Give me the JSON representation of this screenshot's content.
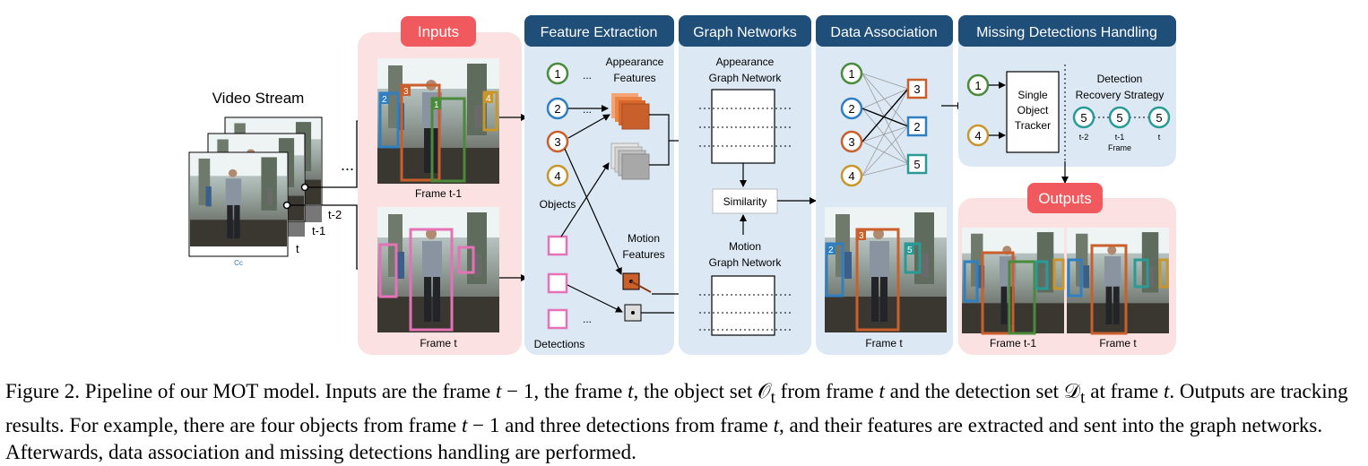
{
  "video_stream": {
    "title": "Video Stream",
    "ellipsis": "...",
    "labels": [
      "t-2",
      "t-1",
      "t"
    ],
    "watermark": "Cc"
  },
  "panels": {
    "inputs": "Inputs",
    "feature_extraction": "Feature Extraction",
    "graph_networks": "Graph Networks",
    "data_association": "Data Association",
    "missing_detections": "Missing Detections Handling",
    "outputs": "Outputs"
  },
  "inputs": {
    "frame_prev": "Frame t-1",
    "frame_cur": "Frame t"
  },
  "feature_extraction": {
    "object_ids": [
      "1",
      "2",
      "3",
      "4"
    ],
    "objects_label": "Objects",
    "detections_label": "Detections",
    "ellipsis": "...",
    "appearance_features": [
      "Appearance",
      "Features"
    ],
    "motion_features": [
      "Motion",
      "Features"
    ]
  },
  "graph_networks": {
    "appearance_network": [
      "Appearance",
      "Graph Network"
    ],
    "motion_network": [
      "Motion",
      "Graph Network"
    ],
    "similarity": "Similarity"
  },
  "data_association": {
    "left_ids": [
      "1",
      "2",
      "3",
      "4"
    ],
    "right_ids": [
      "3",
      "2",
      "5"
    ],
    "frame_label": "Frame t"
  },
  "missing_detections": {
    "object_ids": [
      "1",
      "4"
    ],
    "tracker": [
      "Single",
      "Object",
      "Tracker"
    ],
    "strategy": [
      "Detection",
      "Recovery Strategy"
    ],
    "track_ids": [
      "5",
      "5",
      "5"
    ],
    "time_labels": [
      "t-2",
      "t-1",
      "t"
    ],
    "frame_word": "Frame"
  },
  "outputs": {
    "frame_prev": "Frame t-1",
    "frame_cur": "Frame t"
  },
  "caption": [
    "Figure 2. Pipeline of our MOT model. Inputs are the frame ",
    "t",
    " − 1, the frame ",
    "t",
    ", the object set ",
    "𝒪",
    "t",
    " from frame ",
    "t",
    " and the detection set ",
    "𝒟",
    "t",
    " at frame ",
    "t",
    ". Outputs are tracking results. For example, there are four objects from frame ",
    "t",
    " − 1 and three detections from frame ",
    "t",
    ", and their features are extracted and sent into the graph networks. Afterwards, data association and missing detections handling are performed."
  ],
  "colors": {
    "obj1": "#4a8a3a",
    "obj2": "#2f7fc1",
    "obj3": "#c9602c",
    "obj4": "#c8962b",
    "det": "#e572b6",
    "track5": "#2a9a96",
    "header_dark": "#1f4e79",
    "header_red": "#f05a5e",
    "panel_blue": "#dce9f5",
    "panel_pink": "#fbe1e1"
  }
}
